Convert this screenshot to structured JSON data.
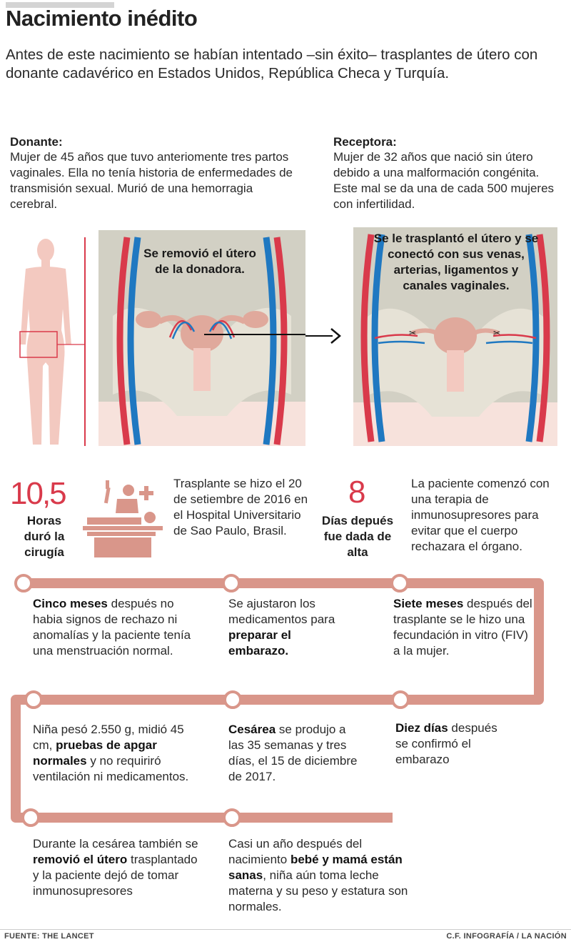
{
  "header": {
    "title": "Nacimiento inédito",
    "intro": "Antes de este nacimiento se habían intentado –sin éxito– trasplantes de útero con donante cadavérico en Estados Unidos, República Checa y Turquía."
  },
  "donor": {
    "heading": "Donante:",
    "text": "Mujer de 45 años que tuvo anteriomente tres partos vaginales. Ella no tenía historia de enfermedades de transmisión sexual. Murió de una hemorragia cerebral.",
    "panel_caption": "Se removió el útero de la donadora."
  },
  "recipient": {
    "heading": "Receptora:",
    "text": "Mujer de 32 años que nació sin útero debido a una malformación congénita. Este mal se da una de cada 500 mujeres con infertilidad.",
    "panel_caption": "Se le trasplantó el útero y se conectó con sus venas, arterias, ligamentos y canales vaginales."
  },
  "stats": {
    "hours_value": "10,5",
    "hours_label": "Horas duró la cirugía",
    "surgery_desc": "Trasplante se hizo el 20 de setiembre de 2016 en el Hospital Universitario de Sao Paulo, Brasil.",
    "days_value": "8",
    "days_label": "Días depués fue dada de alta",
    "therapy_desc": "La paciente comenzó con una terapia de inmunosupresores para evitar que el cuerpo rechazara el órgano."
  },
  "timeline": {
    "e1_bold": "Cinco meses",
    "e1_text": " después no habia signos de rechazo ni anomalías y la paciente tenía una menstruación normal.",
    "e2_pre": "Se ajustaron los medicamentos para ",
    "e2_bold": "preparar el embarazo.",
    "e3_bold": "Siete meses",
    "e3_text": " después del trasplante se le hizo una fecundación in vitro (FIV) a la mujer.",
    "e4_bold": "Diez días",
    "e4_text": " después se confirmó el embarazo",
    "e5_bold": "Cesárea",
    "e5_text": " se produjo a las 35 semanas y tres días, el 15 de diciembre de 2017.",
    "e6_pre": "Niña pesó 2.550 g, midió 45 cm, ",
    "e6_bold": "pruebas de apgar normales",
    "e6_post": " y no requiriró ventilación ni medicamentos.",
    "e7_pre": " Durante la cesárea también se ",
    "e7_bold": "removió el útero",
    "e7_post": " trasplantado y la paciente dejó de tomar inmunosupresores",
    "e8_pre": "Casi un año después del nacimiento ",
    "e8_bold": "bebé y mamá están sanas",
    "e8_post": ", niña aún toma leche materna y su peso y estatura son normales."
  },
  "footer": {
    "source": "FUENTE: THE LANCET",
    "credit": "C.F. INFOGRAFÍA / LA NACIÓN"
  },
  "colors": {
    "accent_red": "#d93a4b",
    "vein_blue": "#1f78c1",
    "timeline_salmon": "#d9968a",
    "figure_pink": "#f3c9c0",
    "panel_bg": "#d2d0c4"
  }
}
